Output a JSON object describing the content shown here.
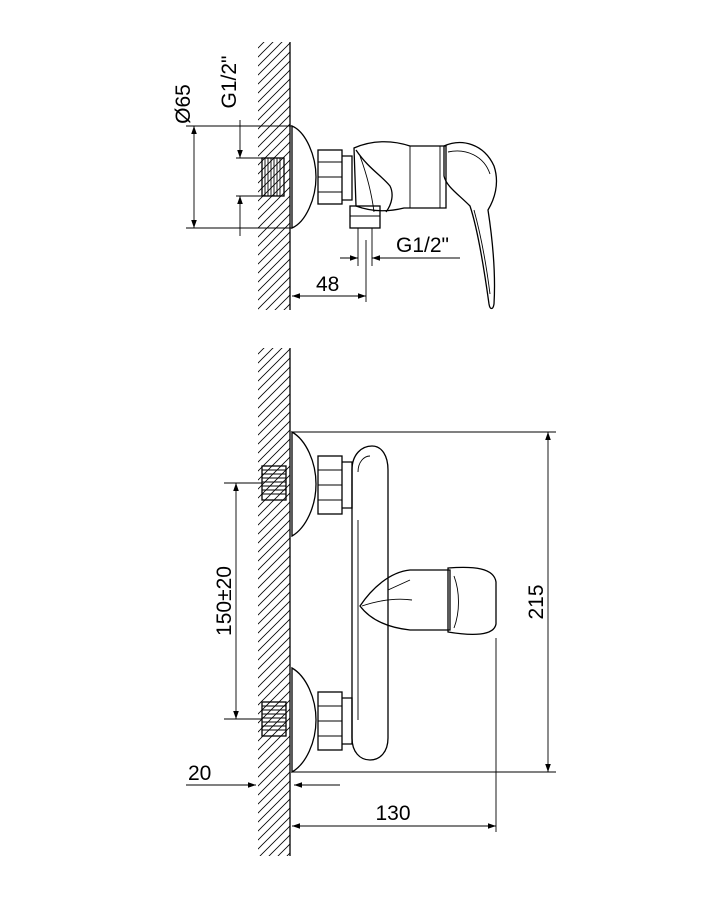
{
  "dimensions": {
    "diameter": "Ø65",
    "thread_inlet": "G1/2\"",
    "thread_outlet": "G1/2\"",
    "depth": "48",
    "center_distance": "150±20",
    "height": "215",
    "wall_offset": "20",
    "projection": "130"
  }
}
